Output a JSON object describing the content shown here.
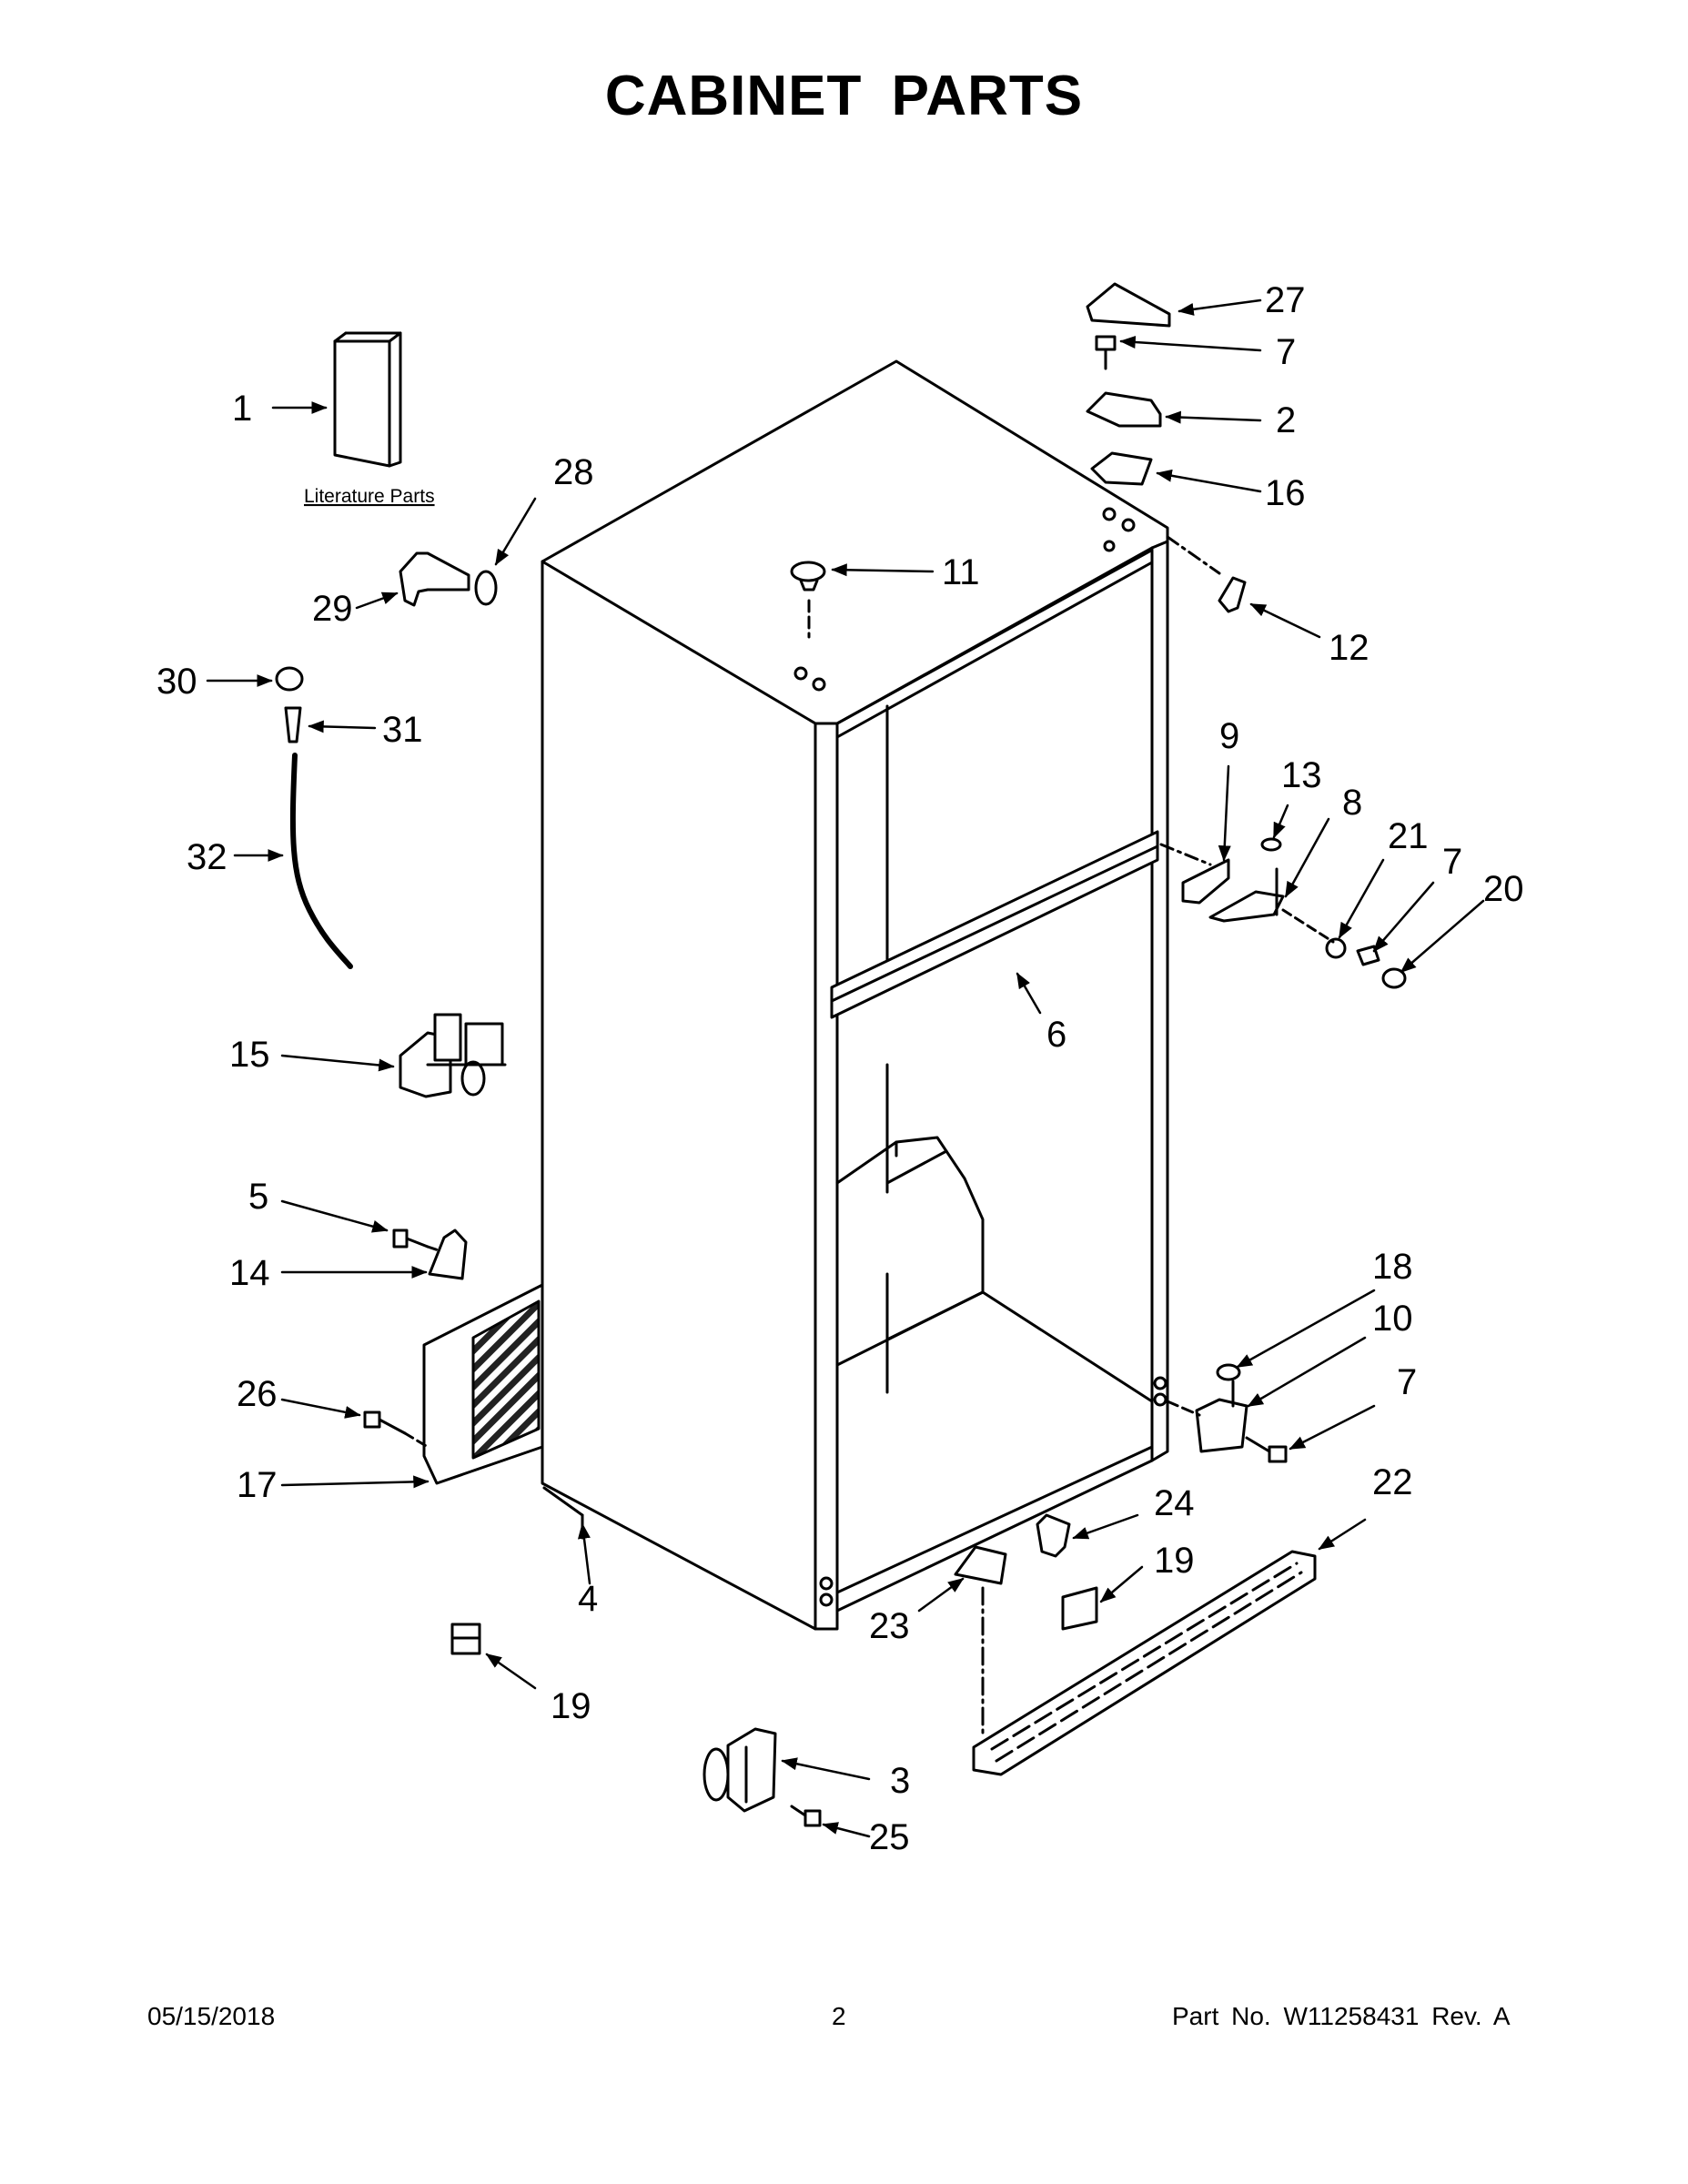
{
  "title": "CABINET PARTS",
  "literature_label": "Literature Parts",
  "callouts": {
    "c1": "1",
    "c2": "2",
    "c3": "3",
    "c4": "4",
    "c5": "5",
    "c6": "6",
    "c7a": "7",
    "c7b": "7",
    "c7c": "7",
    "c8": "8",
    "c9": "9",
    "c10": "10",
    "c11": "11",
    "c12": "12",
    "c13": "13",
    "c14": "14",
    "c15": "15",
    "c16": "16",
    "c17": "17",
    "c18": "18",
    "c19a": "19",
    "c19b": "19",
    "c20": "20",
    "c21": "21",
    "c22": "22",
    "c23": "23",
    "c24": "24",
    "c25": "25",
    "c26": "26",
    "c27": "27",
    "c28": "28",
    "c29": "29",
    "c30": "30",
    "c31": "31",
    "c32": "32"
  },
  "footer": {
    "date": "05/15/2018",
    "page": "2",
    "part_no": "Part No.  W11258431  Rev.  A"
  }
}
